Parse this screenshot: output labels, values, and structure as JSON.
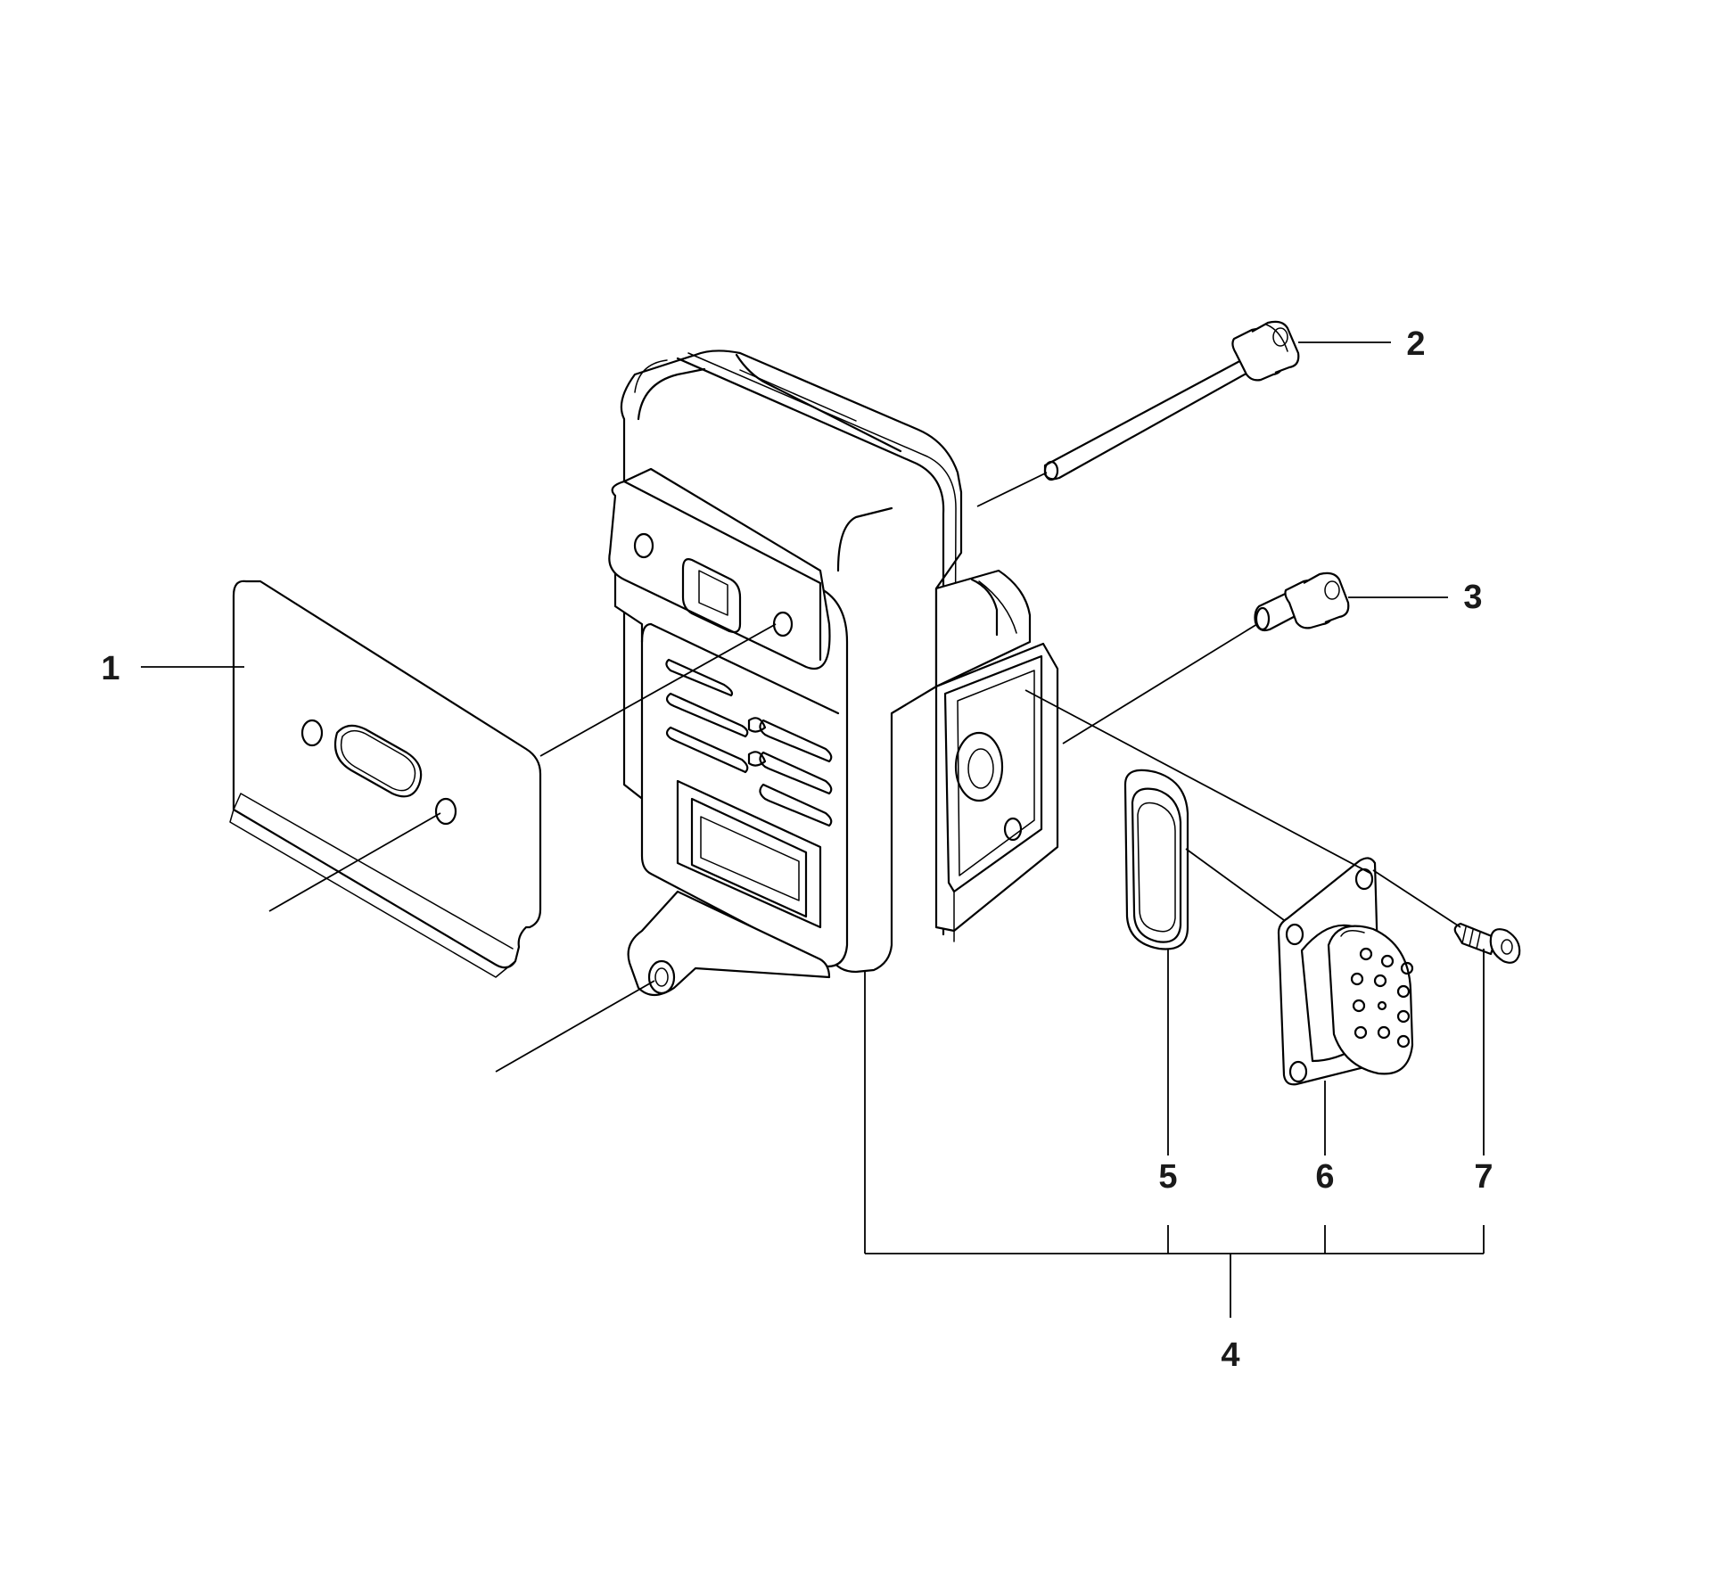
{
  "callouts": {
    "c1": "1",
    "c2": "2",
    "c3": "3",
    "c4": "4",
    "c5": "5",
    "c6": "6",
    "c7": "7"
  },
  "colors": {
    "line": "#000000",
    "label": "#1a1a1a",
    "background": "#ffffff"
  }
}
